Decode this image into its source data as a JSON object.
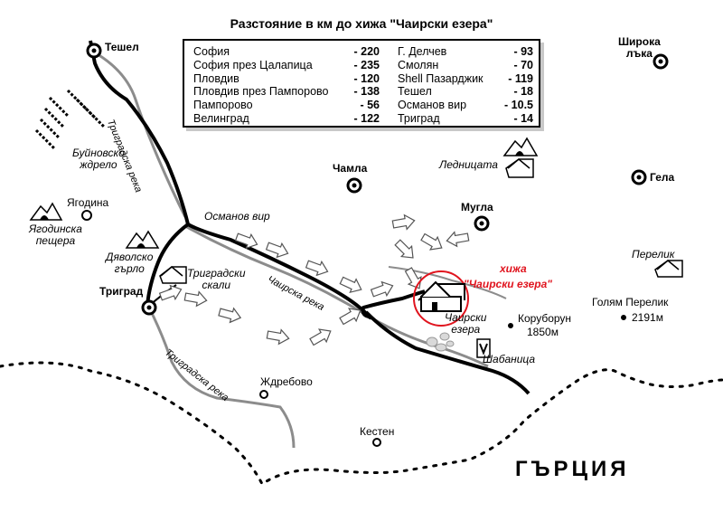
{
  "title": "Разстояние в км до хижа \"Чаирски езера\"",
  "distances": {
    "left": [
      {
        "place": "София",
        "km": "- 220"
      },
      {
        "place": "София през Цалапица",
        "km": "- 235"
      },
      {
        "place": "Пловдив",
        "km": "- 120"
      },
      {
        "place": "Пловдив през Пампорово",
        "km": "- 138"
      },
      {
        "place": "Пампорово",
        "km": "- 56"
      },
      {
        "place": "Велинград",
        "km": "- 122"
      }
    ],
    "right": [
      {
        "place": "Г. Делчев",
        "km": "- 93"
      },
      {
        "place": "Смолян",
        "km": "- 70"
      },
      {
        "place": "Shell Пазарджик",
        "km": "- 119"
      },
      {
        "place": "Тешел",
        "km": "- 18"
      },
      {
        "place": "Османов вир",
        "km": "- 10.5"
      },
      {
        "place": "Триград",
        "km": "- 14"
      }
    ]
  },
  "places": {
    "teshel": "Тешел",
    "shiroka_laka": "Широка\nлъка",
    "buynovsko": "Буйновско\nждрело",
    "yagodina": "Ягодина",
    "yagodinska": "Ягодинска\nпещера",
    "chamla": "Чамла",
    "lednitsata": "Ледницата",
    "gela": "Гела",
    "mugla": "Мугла",
    "osmanov_vir": "Османов вир",
    "dyavolsko": "Дяволско\nгърло",
    "trigradski_skali": "Триградски\nскали",
    "trigrad": "Триград",
    "hizha_label": "хижа",
    "hizha_name": "\"Чаирски езера\"",
    "perelik": "Перелик",
    "golyam_perelik": "Голям Перелик",
    "golyam_perelik_alt": "2191м",
    "koruborun": "Коруборун",
    "koruborun_alt": "1850м",
    "chairski_ezera": "Чаирски\nезера",
    "shabanitsa": "Шабаница",
    "zhdrebovo": "Ждребово",
    "kesten": "Кестен",
    "country": "ГЪРЦИЯ"
  },
  "rivers": {
    "trigradska_upper": "Триградска река",
    "chairska": "Чаирска река",
    "trigradska_lower": "Триградска река"
  },
  "colors": {
    "road": "#000000",
    "river": "#8c8c8c",
    "highlight": "#e0141e"
  }
}
